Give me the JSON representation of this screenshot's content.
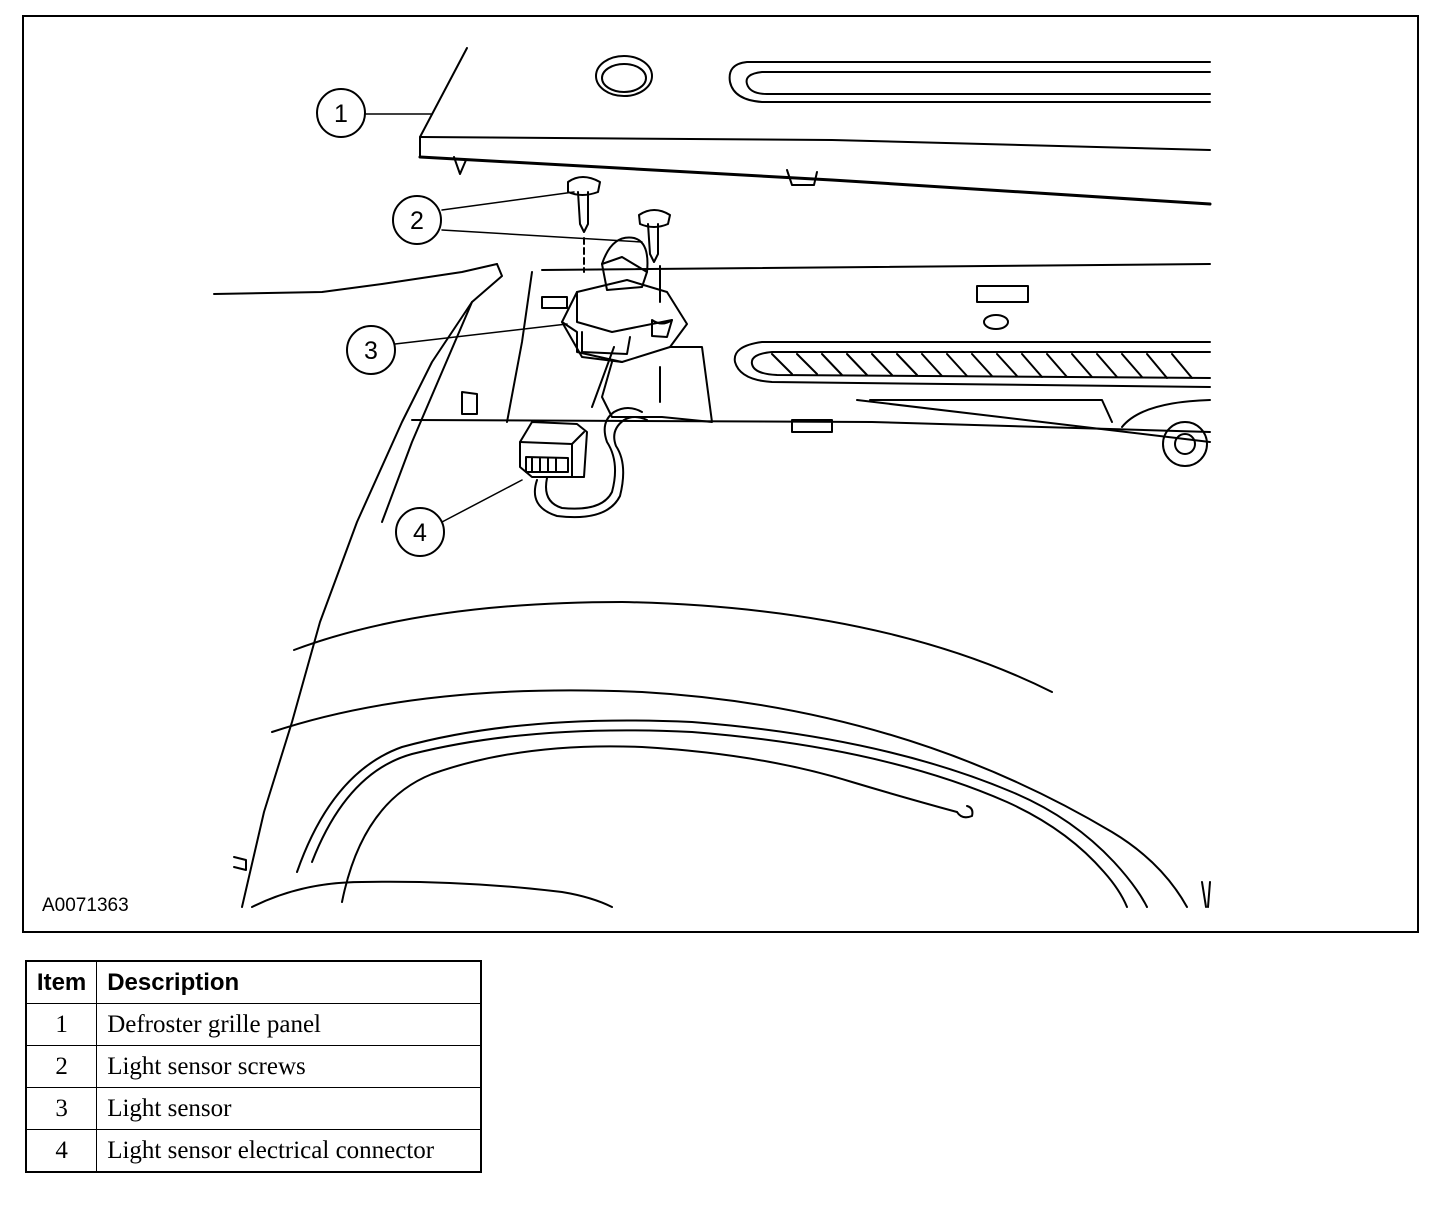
{
  "figure": {
    "id_label": "A0071363",
    "callouts": [
      "1",
      "2",
      "3",
      "4"
    ]
  },
  "legend": {
    "headers": {
      "item": "Item",
      "description": "Description"
    },
    "rows": [
      {
        "item": "1",
        "description": "Defroster grille panel"
      },
      {
        "item": "2",
        "description": "Light sensor screws"
      },
      {
        "item": "3",
        "description": "Light sensor"
      },
      {
        "item": "4",
        "description": "Light sensor electrical connector"
      }
    ]
  }
}
